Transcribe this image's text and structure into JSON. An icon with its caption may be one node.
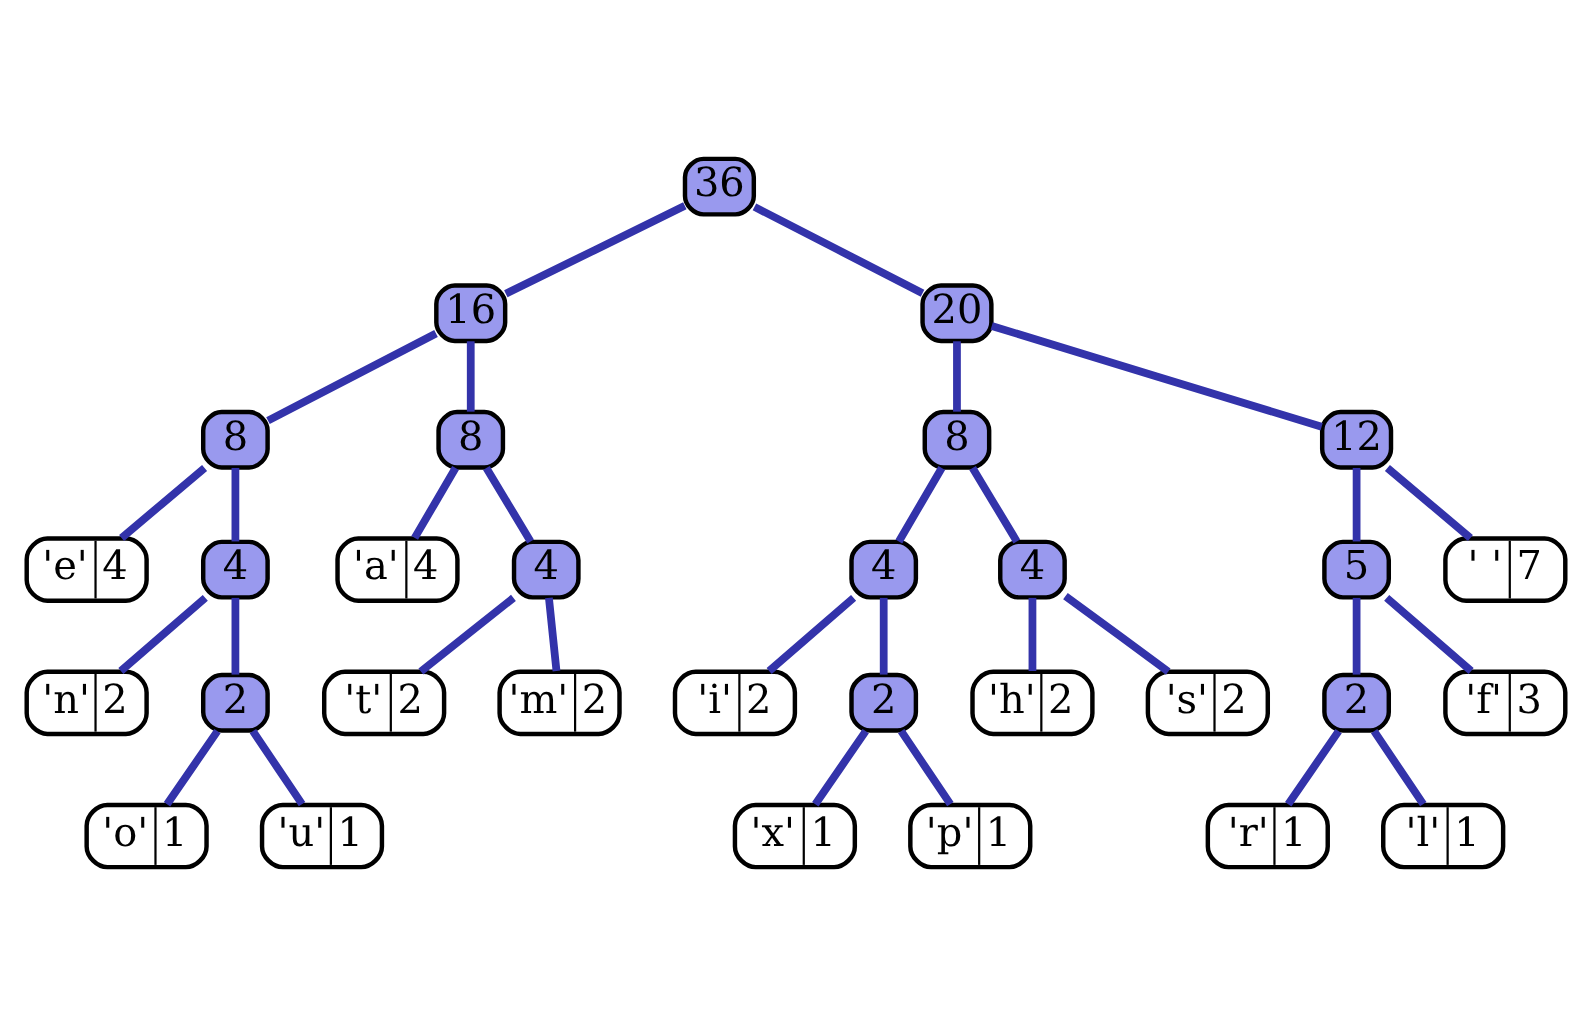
{
  "diagram": {
    "nodes": [
      {
        "text": [
          "36"
        ]
      },
      {
        "text": [
          "16"
        ]
      },
      {
        "text": [
          "20"
        ]
      },
      {
        "text": [
          "8"
        ]
      },
      {
        "text": [
          "8"
        ]
      },
      {
        "text": [
          "8"
        ]
      },
      {
        "text": [
          "12"
        ]
      },
      {
        "text": [
          "'e'",
          "4"
        ]
      },
      {
        "text": [
          "4"
        ]
      },
      {
        "text": [
          "'a'",
          "4"
        ]
      },
      {
        "text": [
          "4"
        ]
      },
      {
        "text": [
          "4"
        ]
      },
      {
        "text": [
          "4"
        ]
      },
      {
        "text": [
          "5"
        ]
      },
      {
        "text": [
          "' '",
          "7"
        ]
      },
      {
        "text": [
          "'n'",
          "2"
        ]
      },
      {
        "text": [
          "2"
        ]
      },
      {
        "text": [
          "'t'",
          "2"
        ]
      },
      {
        "text": [
          "'m'",
          "2"
        ]
      },
      {
        "text": [
          "'i'",
          "2"
        ]
      },
      {
        "text": [
          "2"
        ]
      },
      {
        "text": [
          "'h'",
          "2"
        ]
      },
      {
        "text": [
          "'s'",
          "2"
        ]
      },
      {
        "text": [
          "2"
        ]
      },
      {
        "text": [
          "'f'",
          "3"
        ]
      },
      {
        "text": [
          "'o'",
          "1"
        ]
      },
      {
        "text": [
          "'u'",
          "1"
        ]
      },
      {
        "text": [
          "'x'",
          "1"
        ]
      },
      {
        "text": [
          "'p'",
          "1"
        ]
      },
      {
        "text": [
          "'r'",
          "1"
        ]
      },
      {
        "text": [
          "'l'",
          "1"
        ]
      }
    ],
    "edges": [
      {
        "from": 0,
        "to": 1,
        "arrow": "none"
      },
      {
        "from": 0,
        "to": 2,
        "arrow": "none"
      },
      {
        "from": 1,
        "to": 3,
        "arrow": "none"
      },
      {
        "from": 1,
        "to": 4,
        "arrow": "none"
      },
      {
        "from": 2,
        "to": 5,
        "arrow": "none"
      },
      {
        "from": 2,
        "to": 6,
        "arrow": "none"
      },
      {
        "from": 3,
        "to": 7,
        "arrow": "none"
      },
      {
        "from": 3,
        "to": 8,
        "arrow": "none"
      },
      {
        "from": 4,
        "to": 9,
        "arrow": "none"
      },
      {
        "from": 4,
        "to": 10,
        "arrow": "none"
      },
      {
        "from": 5,
        "to": 11,
        "arrow": "none"
      },
      {
        "from": 5,
        "to": 12,
        "arrow": "none"
      },
      {
        "from": 6,
        "to": 13,
        "arrow": "none"
      },
      {
        "from": 6,
        "to": 14,
        "arrow": "none"
      },
      {
        "from": 8,
        "to": 15,
        "arrow": "none"
      },
      {
        "from": 8,
        "to": 16,
        "arrow": "none"
      },
      {
        "from": 10,
        "to": 17,
        "arrow": "none"
      },
      {
        "from": 10,
        "to": 18,
        "arrow": "none"
      },
      {
        "from": 11,
        "to": 19,
        "arrow": "none"
      },
      {
        "from": 11,
        "to": 20,
        "arrow": "none"
      },
      {
        "from": 12,
        "to": 21,
        "arrow": "none"
      },
      {
        "from": 12,
        "to": 22,
        "arrow": "none"
      },
      {
        "from": 13,
        "to": 23,
        "arrow": "none"
      },
      {
        "from": 13,
        "to": 24,
        "arrow": "none"
      },
      {
        "from": 16,
        "to": 25,
        "arrow": "none"
      },
      {
        "from": 16,
        "to": 26,
        "arrow": "none"
      },
      {
        "from": 20,
        "to": 27,
        "arrow": "none"
      },
      {
        "from": 20,
        "to": 28,
        "arrow": "none"
      },
      {
        "from": 23,
        "to": 29,
        "arrow": "none"
      },
      {
        "from": 23,
        "to": 30,
        "arrow": "none"
      }
    ]
  }
}
